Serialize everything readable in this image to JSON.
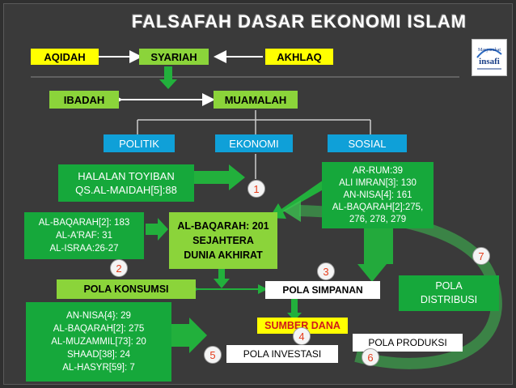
{
  "title": "FALSAFAH DASAR EKONOMI ISLAM",
  "logo": {
    "text": "insafi",
    "caption": "Masyarakat"
  },
  "top_row": {
    "aqidah": "AQIDAH",
    "syariah": "SYARIAH",
    "akhlaq": "AKHLAQ"
  },
  "second_row": {
    "ibadah": "IBADAH",
    "muamalah": "MUAMALAH"
  },
  "third_row": {
    "politik": "POLITIK",
    "ekonomi": "EKONOMI",
    "sosial": "SOSIAL"
  },
  "halalan": [
    "HALALAN TOYIBAN",
    "QS.AL-MAIDAH[5]:88"
  ],
  "ar_rum": [
    "AR-RUM:39",
    "ALI IMRAN[3]: 130",
    "AN-NISA[4]: 161",
    "AL-BAQARAH[2]:275,",
    "276, 278, 279"
  ],
  "al_baqarah_konsumsi": [
    "AL-BAQARAH[2]: 183",
    "AL-A'RAF: 31",
    "AL-ISRAA:26-27"
  ],
  "center_box": [
    "AL-BAQARAH: 201",
    "SEJAHTERA",
    "DUNIA AKHIRAT"
  ],
  "pola": {
    "konsumsi": "POLA KONSUMSI",
    "simpanan": "POLA SIMPANAN",
    "distribusi": [
      "POLA",
      "DISTRIBUSI"
    ],
    "produksi": "POLA PRODUKSI",
    "investasi": "POLA INVESTASI"
  },
  "sumber_dana": "SUMBER DANA",
  "an_nisa": [
    "AN-NISA{4}: 29",
    "AL-BAQARAH[2]: 275",
    "AL-MUZAMMIL[73]: 20",
    "SHAAD[38]: 24",
    "AL-HASYR[59]: 7"
  ],
  "numbers": {
    "n1": "1",
    "n2": "2",
    "n3": "3",
    "n4": "4",
    "n5": "5",
    "n6": "6",
    "n7": "7"
  },
  "colors": {
    "background": "#3a3a3a",
    "yellow": "#ffff00",
    "green": "#8bd43a",
    "blue": "#0fa0d8",
    "dark_green": "#16a83b",
    "number_red": "#e53d1c",
    "sumber_dana_red": "#d11a1a"
  }
}
